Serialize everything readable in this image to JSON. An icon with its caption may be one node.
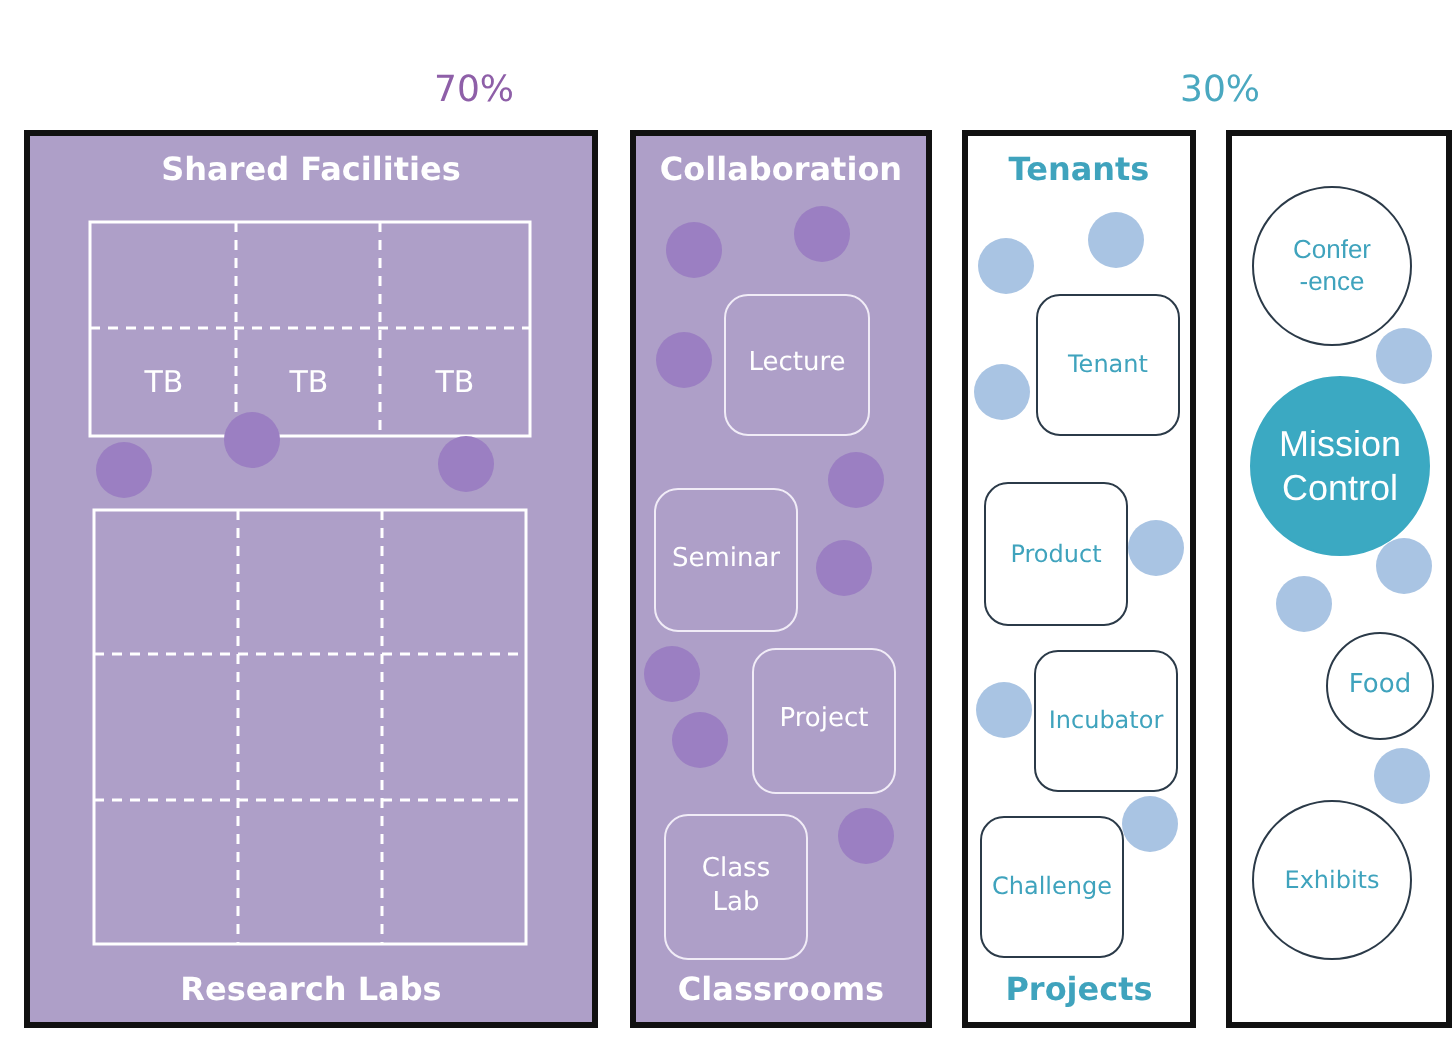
{
  "diagram": {
    "nodes": [
      {
        "text": [
          "Shared Facilities",
          "Research Labs"
        ]
      },
      {
        "text": [
          "TB"
        ],
        "in": 0
      },
      {
        "text": [
          "TB"
        ],
        "in": 0
      },
      {
        "text": [
          "TB"
        ],
        "in": 0
      },
      {
        "text": [
          "Collaboration",
          "Classrooms"
        ]
      },
      {
        "text": [
          "Lecture"
        ],
        "in": 4
      },
      {
        "text": [
          "Seminar"
        ],
        "in": 4
      },
      {
        "text": [
          "Project"
        ],
        "in": 4
      },
      {
        "text": [
          "Class Lab"
        ],
        "in": 4
      },
      {
        "text": [
          "Tenants",
          "Projects"
        ]
      },
      {
        "text": [
          "Tenant"
        ],
        "in": 9
      },
      {
        "text": [
          "Product"
        ],
        "in": 9
      },
      {
        "text": [
          "Incubator"
        ],
        "in": 9
      },
      {
        "text": [
          "Challenge"
        ],
        "in": 9
      },
      {
        "text": [],
        "shape": "box"
      },
      {
        "text": [
          "Confer -ence"
        ],
        "in": 14
      },
      {
        "text": [
          "Mission Control"
        ],
        "in": 14
      },
      {
        "text": [
          "Food"
        ],
        "in": 14
      },
      {
        "text": [
          "Exhibits"
        ],
        "in": 14
      }
    ],
    "labels": [
      "70%",
      "30%"
    ]
  }
}
